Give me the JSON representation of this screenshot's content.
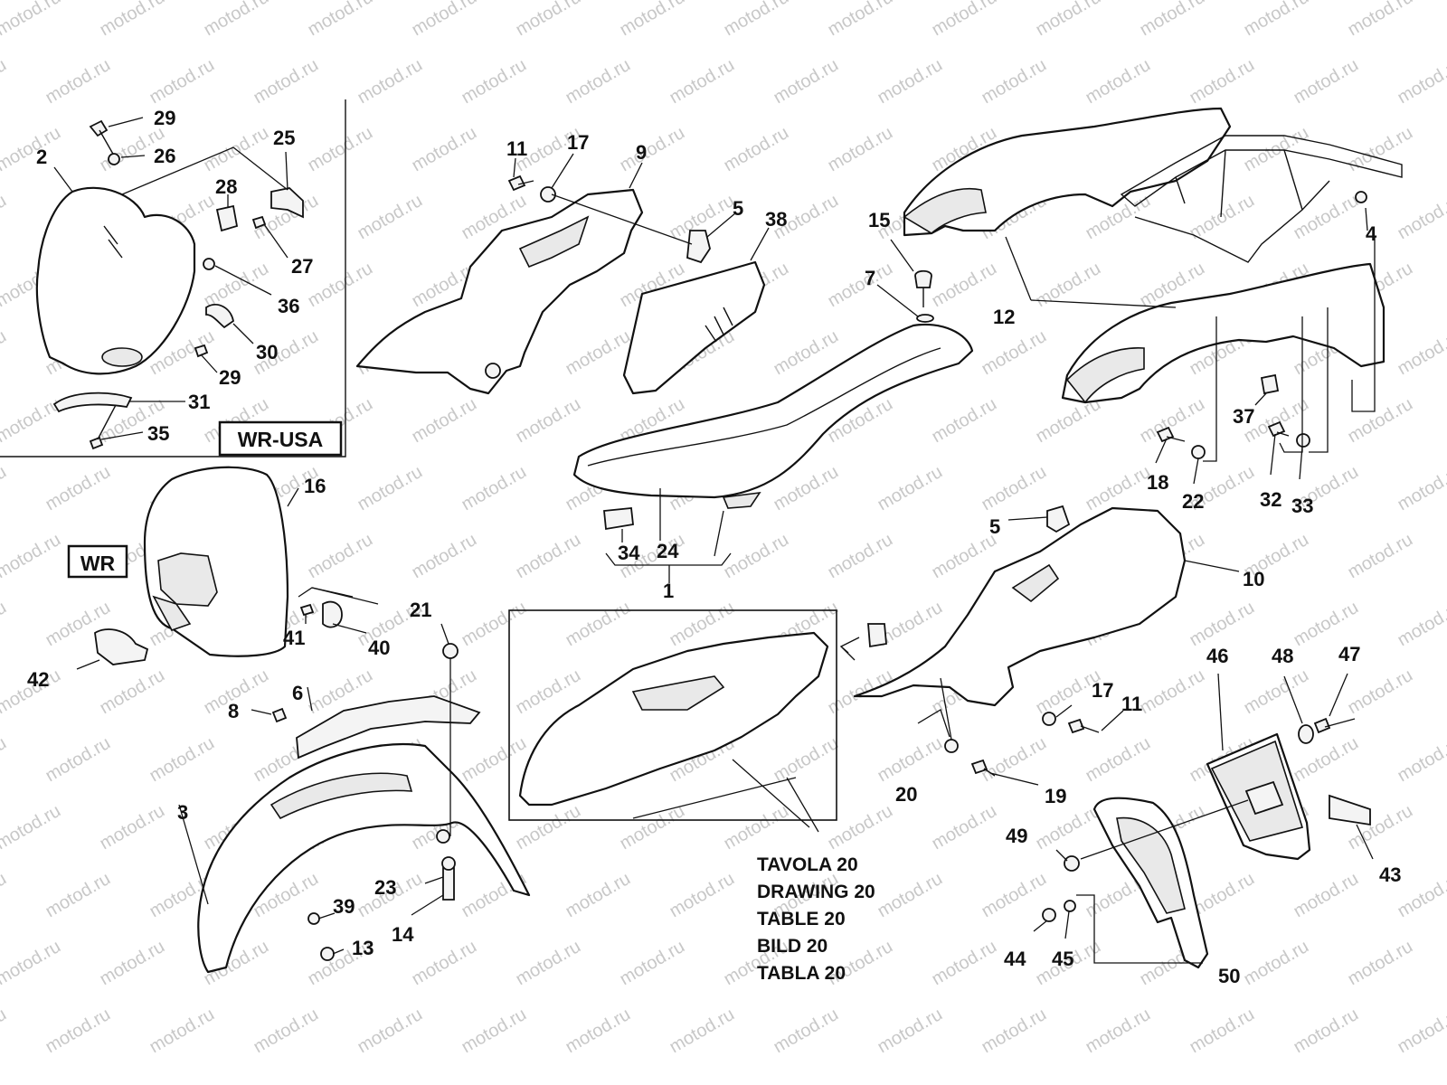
{
  "watermark": "motod.ru",
  "variant_labels": {
    "wr_usa": "WR-USA",
    "wr": "WR"
  },
  "reference_lines": [
    "TAVOLA 20",
    "DRAWING 20",
    "TABLE 20",
    "BILD 20",
    "TABLA 20"
  ],
  "callouts": [
    "29",
    "26",
    "2",
    "25",
    "28",
    "27",
    "36",
    "30",
    "29",
    "31",
    "35",
    "11",
    "17",
    "9",
    "5",
    "38",
    "15",
    "7",
    "12",
    "4",
    "16",
    "1",
    "24",
    "34",
    "37",
    "18",
    "22",
    "32",
    "33",
    "5",
    "10",
    "21",
    "41",
    "40",
    "42",
    "6",
    "8",
    "3",
    "23",
    "14",
    "39",
    "13",
    "17",
    "11",
    "20",
    "19",
    "46",
    "48",
    "47",
    "49",
    "43",
    "44",
    "45",
    "50"
  ]
}
